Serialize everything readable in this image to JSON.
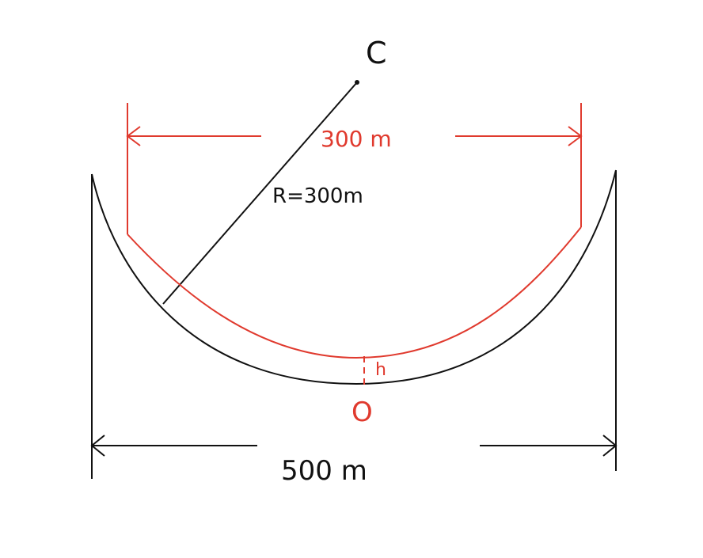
{
  "labels": {
    "center": "C",
    "radius": "R=300m",
    "red_width": "300 m",
    "black_width": "500 m",
    "bottom_point": "O",
    "depth": "h"
  },
  "colors": {
    "black": "#111111",
    "red": "#e03a2e",
    "background": "#ffffff"
  }
}
